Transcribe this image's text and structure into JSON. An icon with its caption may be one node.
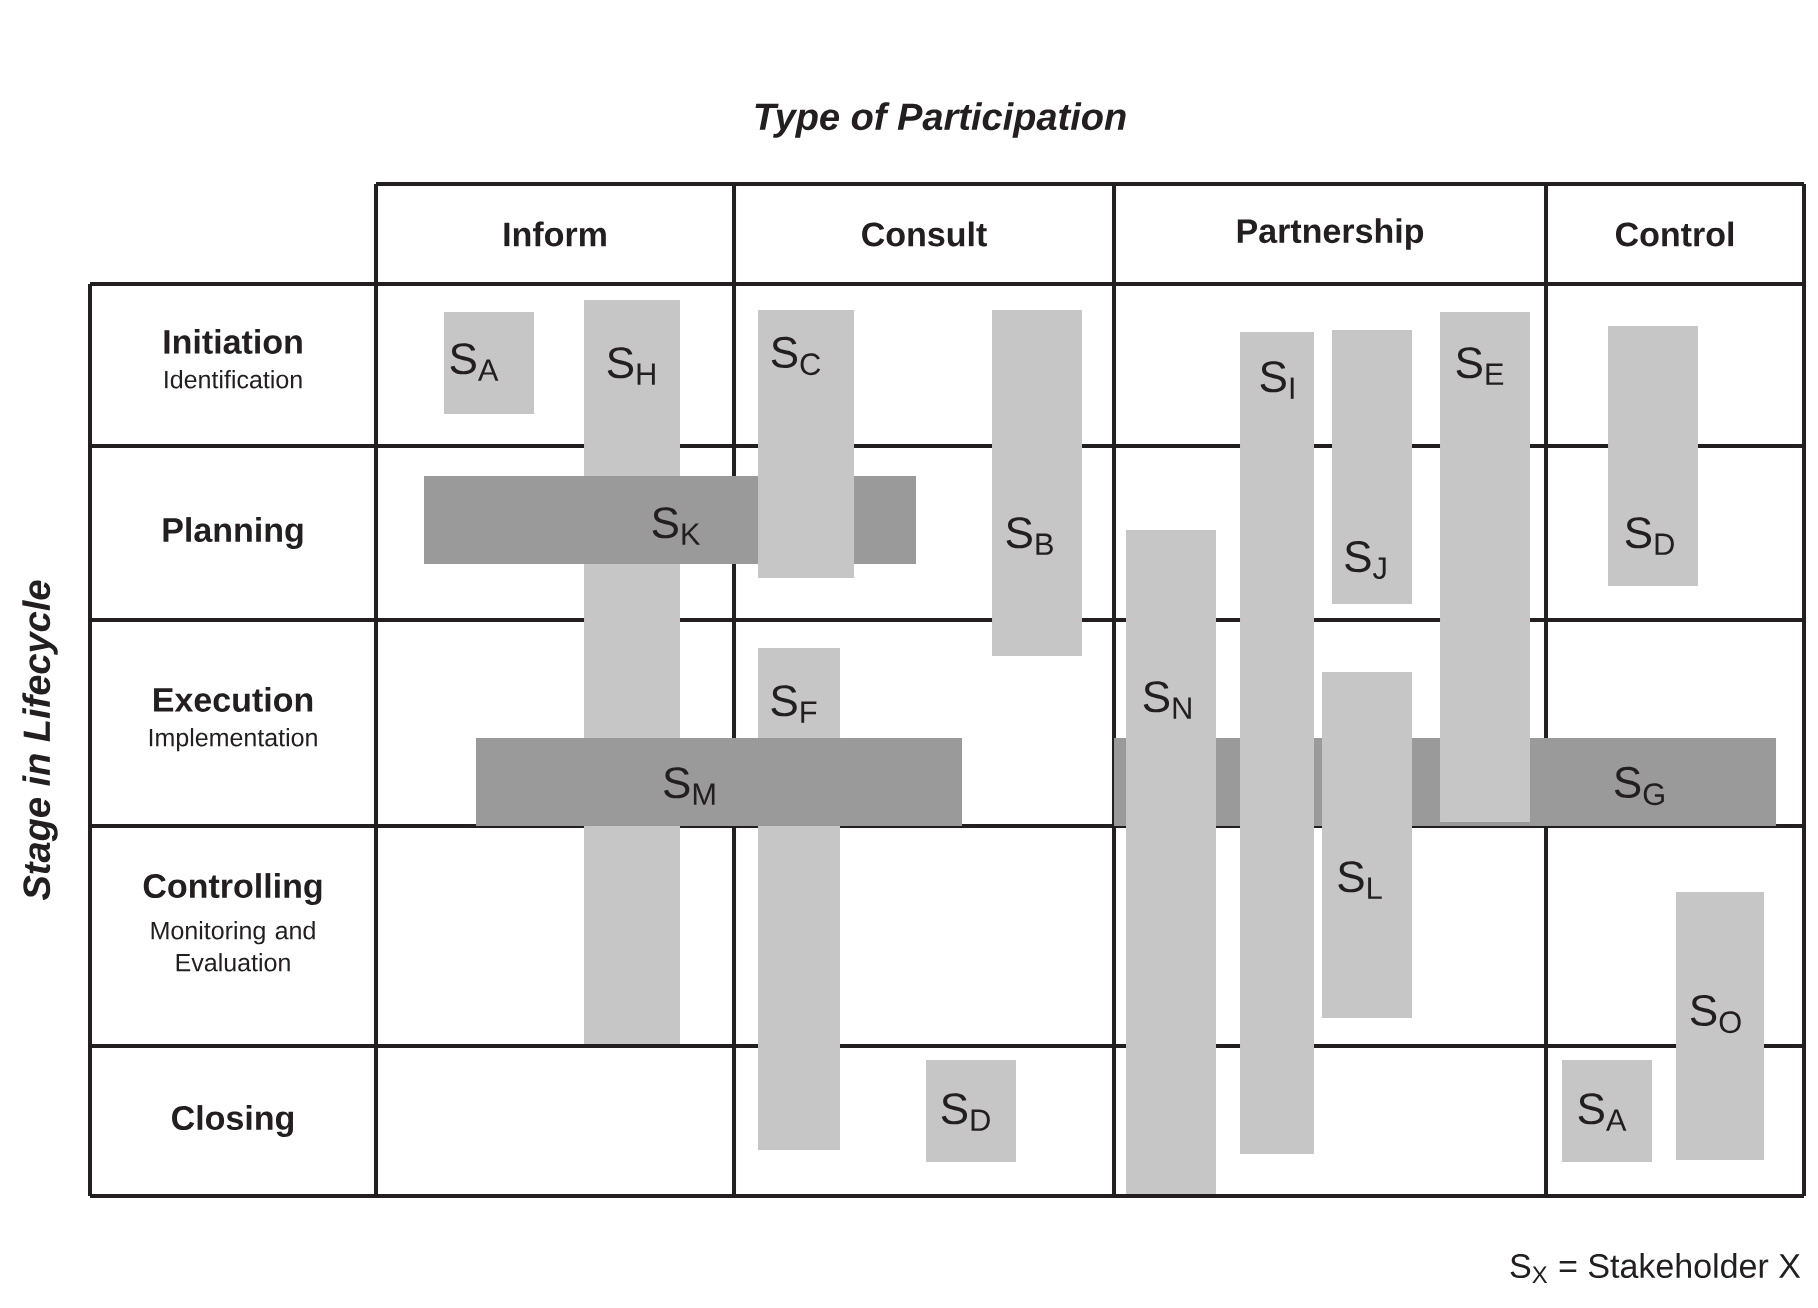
{
  "diagram": {
    "title": "Type of Participation",
    "nodes": [
      {
        "text": [
          "S$_{A}$"
        ]
      },
      {
        "text": [
          "S$_{H}$"
        ]
      },
      {
        "text": [
          "S$_{C}$"
        ]
      },
      {
        "text": [
          "S$_{B}$"
        ]
      },
      {
        "text": [
          "S$_{I}$"
        ]
      },
      {
        "text": [
          "S$_{J}$"
        ]
      },
      {
        "text": [
          "S$_{E}$"
        ]
      },
      {
        "text": [
          "S$_{D}$"
        ]
      },
      {
        "text": [
          "S$_{K}$"
        ]
      },
      {
        "text": [
          "S$_{N}$"
        ]
      },
      {
        "text": [
          "S$_{F}$"
        ]
      },
      {
        "text": [
          "S$_{M}$"
        ]
      },
      {
        "text": [
          "S$_{G}$"
        ]
      },
      {
        "text": [
          "S$_{L}$"
        ]
      },
      {
        "text": [
          "S$_{O}$"
        ]
      },
      {
        "text": [
          "S$_{A}$"
        ]
      },
      {
        "text": [
          "S$_{D}$"
        ]
      }
    ],
    "labels": [
      "Stage in Lifecycle",
      "Inform",
      "Consult",
      "Partnership",
      "Control",
      "Initiation",
      "Identification",
      "Planning",
      "Execution",
      "Implementation",
      "Controlling",
      "Monitoring and Evaluation",
      "Closing",
      "S$_{X}$ = Stakeholder X"
    ]
  }
}
